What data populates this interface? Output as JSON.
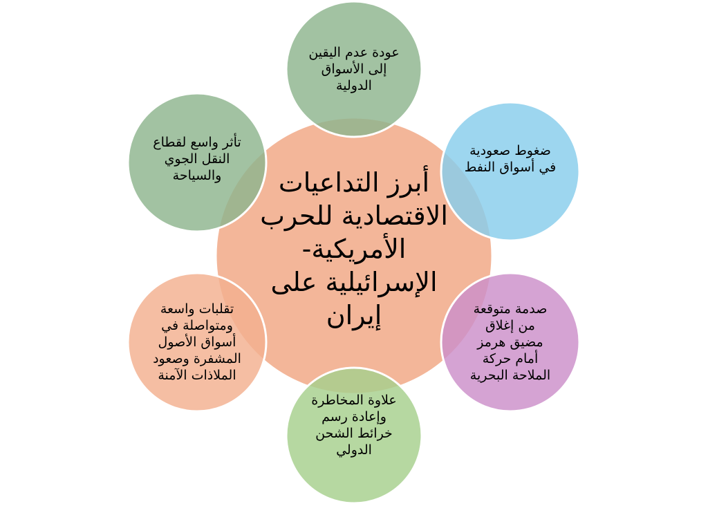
{
  "center": {
    "lines": [
      "أبرز التداعيات",
      "الاقتصادية للحرب",
      "الأمريكية-",
      "الإسرائيلية على",
      "إيران"
    ],
    "color": "#F3B699"
  },
  "nodes": [
    {
      "id": "top",
      "color": "#8DB58E",
      "lines": [
        "عودة عدم اليقين",
        "إلى الأسواق",
        "الدولية"
      ]
    },
    {
      "id": "top-right",
      "color": "#87CDEB",
      "lines": [
        "ضغوط صعودية",
        "في أسواق النفط"
      ]
    },
    {
      "id": "bottom-right",
      "color": "#CC8FC9",
      "lines": [
        "صدمة متوقعة",
        "من إغلاق",
        "مضيق هرمز",
        "أمام حركة",
        "الملاحة البحرية"
      ]
    },
    {
      "id": "bottom",
      "color": "#A6D08C",
      "lines": [
        "علاوة المخاطرة",
        "وإعادة رسم",
        "خرائط الشحن",
        "الدولي"
      ]
    },
    {
      "id": "bottom-left",
      "color": "#F3B08F",
      "lines": [
        "تقلبات واسعة",
        "ومتواصلة في",
        "أسواق الأصول",
        "المشفرة وصعود",
        "الملاذات الآمنة"
      ]
    },
    {
      "id": "top-left",
      "color": "#8DB58E",
      "lines": [
        "تأثر واسع لقطاع",
        "النقل الجوي",
        "والسياحة"
      ]
    }
  ]
}
